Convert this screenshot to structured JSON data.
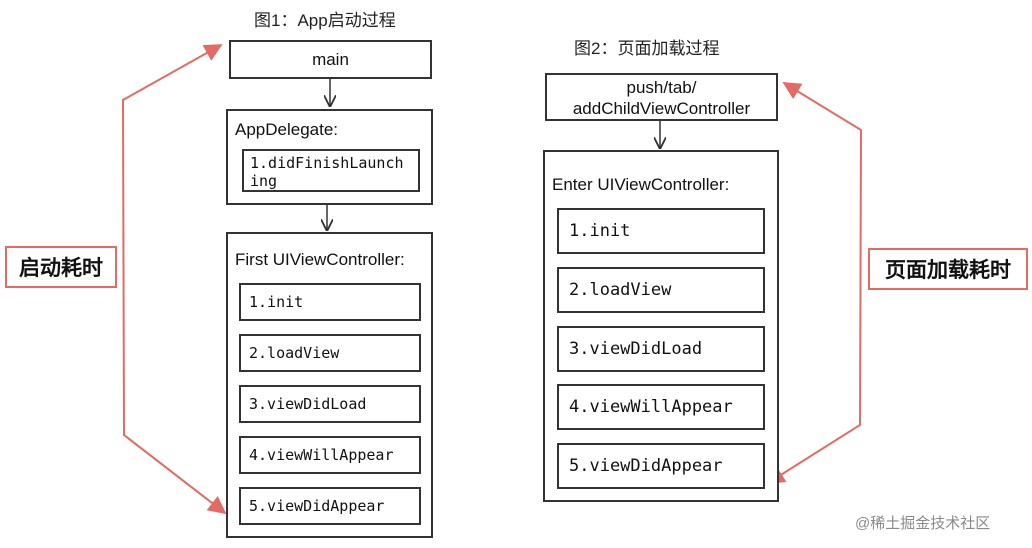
{
  "fig1": {
    "title": "图1：App启动过程",
    "main": "main",
    "app_delegate": {
      "label": "AppDelegate:",
      "step": "1.didFinishLaunching"
    },
    "vc": {
      "label": "First UIViewController:",
      "steps": [
        "1.init",
        "2.loadView",
        "3.viewDidLoad",
        "4.viewWillAppear",
        "5.viewDidAppear"
      ]
    },
    "side_label": "启动耗时"
  },
  "fig2": {
    "title": "图2：页面加载过程",
    "trigger": [
      "push/tab/",
      "addChildViewController"
    ],
    "vc": {
      "label": "Enter UIViewController:",
      "steps": [
        "1.init",
        "2.loadView",
        "3.viewDidLoad",
        "4.viewWillAppear",
        "5.viewDidAppear"
      ]
    },
    "side_label": "页面加载耗时"
  },
  "watermark": "@稀土掘金技术社区",
  "colors": {
    "accent": "#e36b63",
    "line": "#333333"
  }
}
